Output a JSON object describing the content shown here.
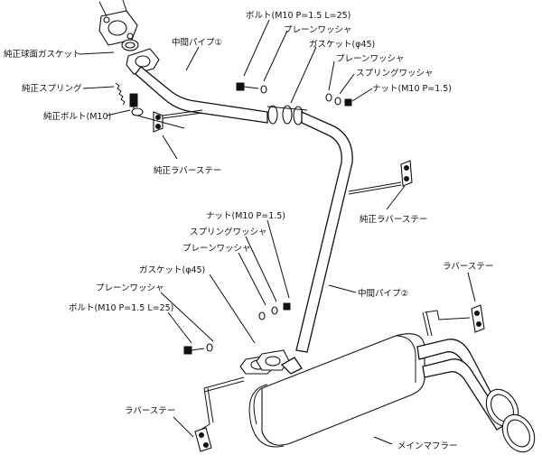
{
  "labels": {
    "gasket_spherical": "純正球面ガスケット",
    "spring_stock": "純正スプリング",
    "bolt_stock": "純正ボルト(M10)",
    "rubber_stay_stock_1": "純正ラバーステー",
    "rubber_stay_stock_2": "純正ラバーステー",
    "mid_pipe_1": "中間パイプ①",
    "mid_pipe_2": "中間パイプ②",
    "bolt_top": "ボルト(M10 P=1.5 L=25)",
    "plain_washer_top_1": "プレーンワッシャ",
    "gasket_top": "ガスケット(φ45)",
    "plain_washer_top_2": "プレーンワッシャ",
    "spring_washer_top": "スプリングワッシャ",
    "nut_top": "ナット(M10 P=1.5)",
    "nut_mid": "ナット(M10 P=1.5)",
    "spring_washer_mid": "スプリングワッシャ",
    "plain_washer_mid_1": "プレーンワッシャ",
    "gasket_mid": "ガスケット(φ45)",
    "plain_washer_mid_2": "プレーンワッシャ",
    "bolt_mid": "ボルト(M10 P=1.5 L=25)",
    "rubber_stay_right": "ラバーステー",
    "rubber_stay_left": "ラバーステー",
    "main_muffler": "メインマフラー"
  }
}
